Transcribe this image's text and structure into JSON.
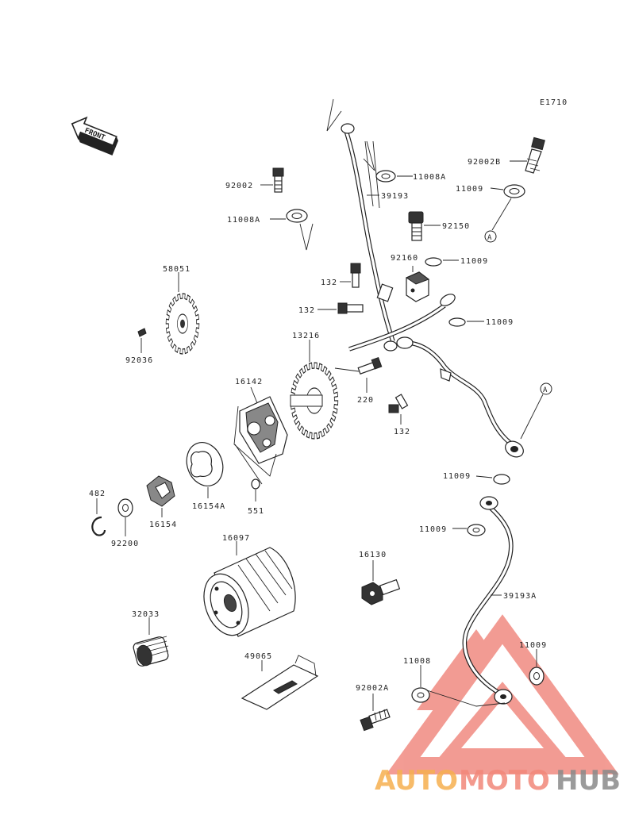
{
  "diagram_id": "E1710",
  "front_arrow": "FRONT",
  "callout_ref": "A",
  "labels": {
    "p11008A_top": "11008A",
    "p39193": "39193",
    "p92002B": "92002B",
    "p11009_a": "11009",
    "p92002": "92002",
    "p11008A_left": "11008A",
    "p92150": "92150",
    "p92160": "92160",
    "p11009_b": "11009",
    "p58051": "58051",
    "p132_a": "132",
    "p132_b": "132",
    "p11009_c": "11009",
    "p13216": "13216",
    "p92036": "92036",
    "p16142": "16142",
    "p220": "220",
    "p132_c": "132",
    "p11009_d": "11009",
    "p482": "482",
    "p16154A": "16154A",
    "p551": "551",
    "p16154": "16154",
    "p92200": "92200",
    "p11009_e": "11009",
    "p16097": "16097",
    "p16130": "16130",
    "p39193A": "39193A",
    "p32033": "32033",
    "p49065": "49065",
    "p11009_f": "11009",
    "p11008": "11008",
    "p92002A": "92002A"
  },
  "watermark": {
    "part1": "AUTO",
    "part2": "MOTO",
    "part3": "HUB",
    "color1": "#f6b04f",
    "color2": "#f2887a",
    "color3": "#8a8a8a",
    "triangle_color": "#e94b3c"
  }
}
